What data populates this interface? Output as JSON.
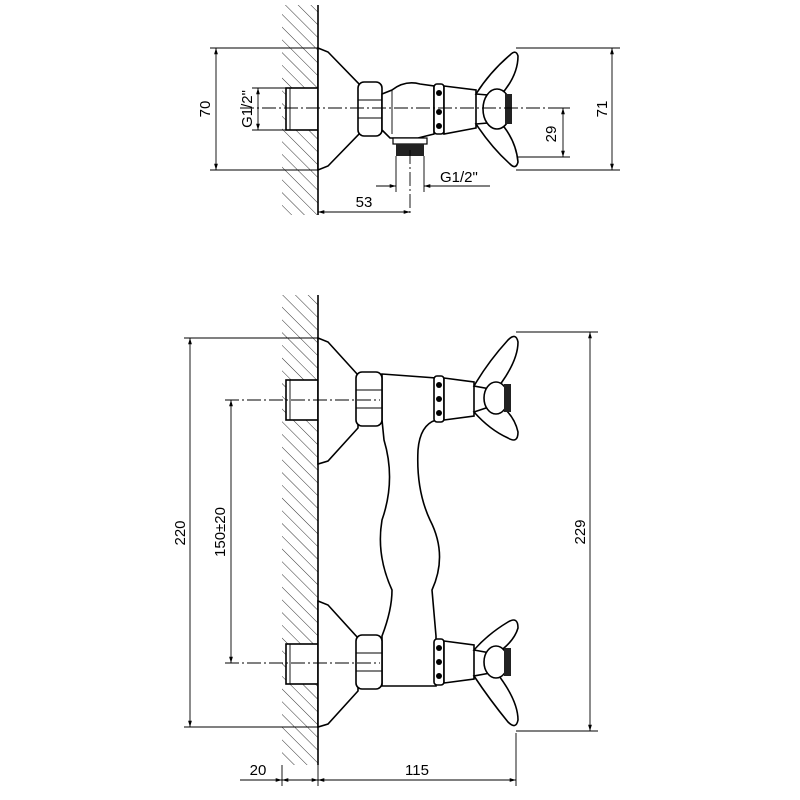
{
  "title": "",
  "top_view": {
    "dims": {
      "height_wall": "70",
      "height_handle": "71",
      "thread_inlet": "G1/2\"",
      "handle_offset": "29",
      "outlet_thread": "G1/2\"",
      "depth_outlet": "53"
    }
  },
  "front_view": {
    "dims": {
      "overall_wall": "220",
      "center_distance": "150±20",
      "overall_handles": "229",
      "wall_offset": "20",
      "projection": "115"
    }
  },
  "colors": {
    "line": "#000000",
    "background": "#ffffff"
  }
}
